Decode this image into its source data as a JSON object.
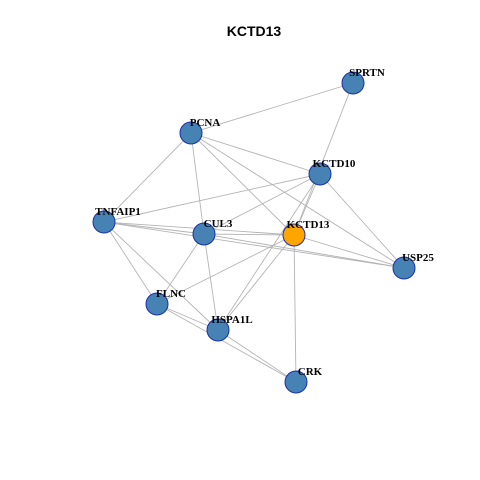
{
  "title": "KCTD13",
  "colors": {
    "background": "#ffffff",
    "node_default": "#4682b4",
    "node_highlight": "#ffa500",
    "node_border": "#1a2fb0",
    "edge": "#b4b4b4"
  },
  "network": {
    "center": "KCTD13",
    "nodes": [
      {
        "id": "SPRTN",
        "label": "SPRTN"
      },
      {
        "id": "PCNA",
        "label": "PCNA"
      },
      {
        "id": "KCTD10",
        "label": "KCTD10"
      },
      {
        "id": "TNFAIP1",
        "label": "TNFAIP1"
      },
      {
        "id": "CUL3",
        "label": "CUL3"
      },
      {
        "id": "KCTD13",
        "label": "KCTD13"
      },
      {
        "id": "USP25",
        "label": "USP25"
      },
      {
        "id": "FLNC",
        "label": "FLNC"
      },
      {
        "id": "HSPA1L",
        "label": "HSPA1L"
      },
      {
        "id": "CRK",
        "label": "CRK"
      }
    ],
    "edges": [
      [
        "PCNA",
        "SPRTN"
      ],
      [
        "SPRTN",
        "KCTD13"
      ],
      [
        "PCNA",
        "KCTD10"
      ],
      [
        "PCNA",
        "TNFAIP1"
      ],
      [
        "PCNA",
        "CUL3"
      ],
      [
        "PCNA",
        "KCTD13"
      ],
      [
        "PCNA",
        "USP25"
      ],
      [
        "KCTD10",
        "TNFAIP1"
      ],
      [
        "KCTD10",
        "CUL3"
      ],
      [
        "KCTD10",
        "KCTD13"
      ],
      [
        "KCTD10",
        "USP25"
      ],
      [
        "KCTD10",
        "HSPA1L"
      ],
      [
        "TNFAIP1",
        "CUL3"
      ],
      [
        "TNFAIP1",
        "KCTD13"
      ],
      [
        "TNFAIP1",
        "USP25"
      ],
      [
        "TNFAIP1",
        "FLNC"
      ],
      [
        "TNFAIP1",
        "HSPA1L"
      ],
      [
        "CUL3",
        "KCTD13"
      ],
      [
        "CUL3",
        "USP25"
      ],
      [
        "CUL3",
        "FLNC"
      ],
      [
        "CUL3",
        "HSPA1L"
      ],
      [
        "KCTD13",
        "USP25"
      ],
      [
        "KCTD13",
        "FLNC"
      ],
      [
        "KCTD13",
        "HSPA1L"
      ],
      [
        "KCTD13",
        "CRK"
      ],
      [
        "FLNC",
        "HSPA1L"
      ],
      [
        "FLNC",
        "CRK"
      ],
      [
        "HSPA1L",
        "CRK"
      ]
    ]
  }
}
